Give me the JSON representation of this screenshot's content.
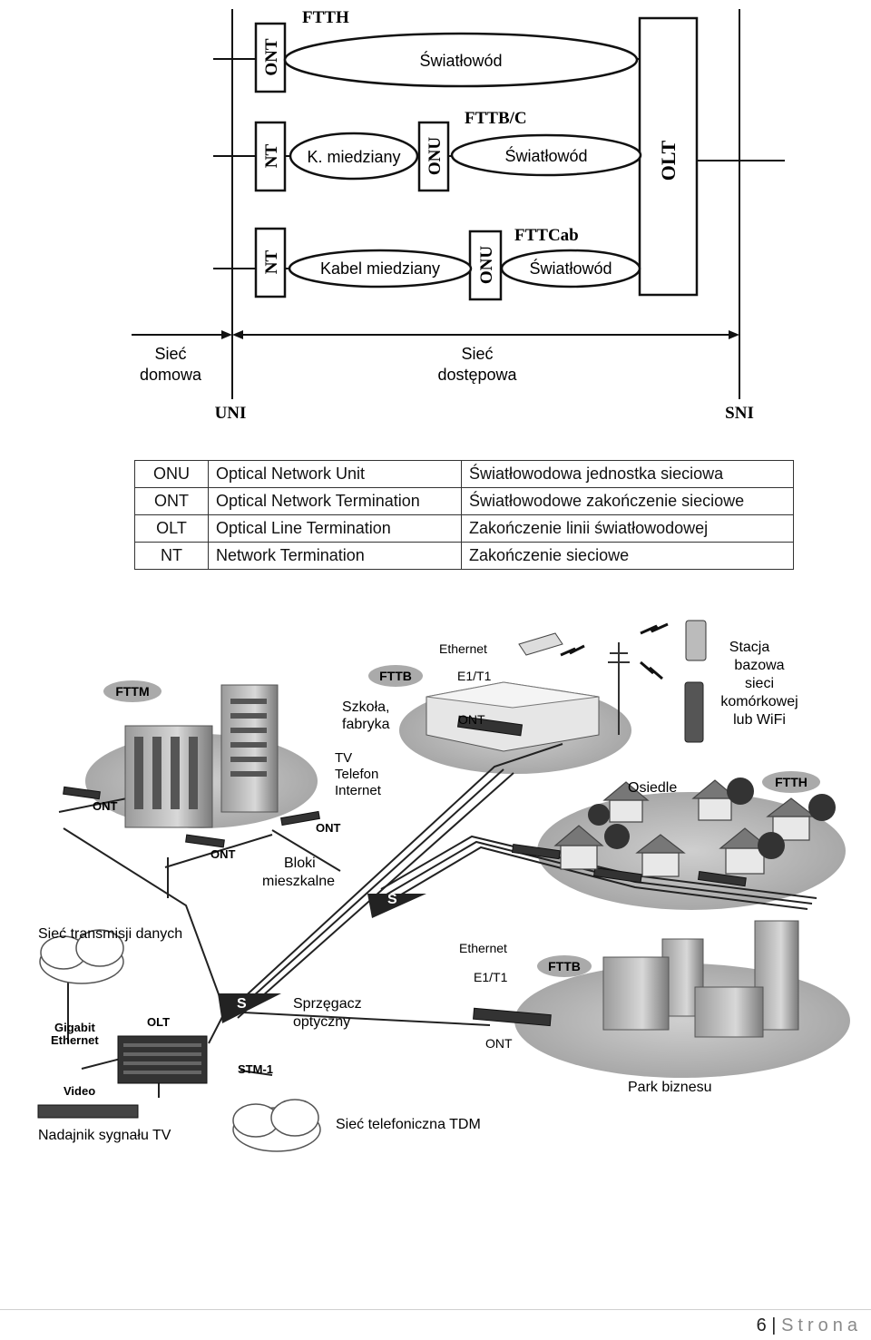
{
  "top_diagram": {
    "rows": [
      {
        "type": "FTTH",
        "left_device": "ONT",
        "medium": "Światłowód"
      },
      {
        "type": "FTTB/C",
        "left_device": "NT",
        "copper": "K. miedziany",
        "middle_device": "ONU",
        "medium": "Światłowód"
      },
      {
        "type": "FTTCab",
        "left_device": "NT",
        "copper": "Kabel miedziany",
        "middle_device": "ONU",
        "medium": "Światłowód"
      }
    ],
    "olt": "OLT",
    "home_network": [
      "Sieć",
      "domowa"
    ],
    "access_network": [
      "Sieć",
      "dostępowa"
    ],
    "uni": "UNI",
    "sni": "SNI"
  },
  "abbreviations": [
    [
      "ONU",
      "Optical Network Unit",
      "Światłowodowa jednostka sieciowa"
    ],
    [
      "ONT",
      "Optical Network Termination",
      "Światłowodowe zakończenie sieciowe"
    ],
    [
      "OLT",
      "Optical Line Termination",
      "Zakończenie linii światłowodowej"
    ],
    [
      "NT",
      "Network Termination",
      "Zakończenie sieciowe"
    ]
  ],
  "network_diagram": {
    "fttm": "FTTM",
    "fttb_school": "FTTB",
    "ftth": "FTTH",
    "fttb_park": "FTTB",
    "ethernet": "Ethernet",
    "e1t1": "E1/T1",
    "ont": "ONT",
    "school": [
      "Szkoła,",
      "fabryka"
    ],
    "base_station": [
      "Stacja",
      "bazowa",
      "sieci",
      "komórkowej",
      "lub WiFi"
    ],
    "services": [
      "TV",
      "Telefon",
      "Internet"
    ],
    "estate": "Osiedle",
    "blocks": [
      "Bloki",
      "mieszkalne"
    ],
    "splitter": "S",
    "splitter_label": [
      "Sprzęgacz",
      "optyczny"
    ],
    "data_network": "Sieć transmisji danych",
    "gigabit": [
      "Gigabit",
      "Ethernet"
    ],
    "olt": "OLT",
    "stm": "STM-1",
    "video": "Video",
    "tv_transmitter": "Nadajnik sygnału TV",
    "tdm": "Sieć telefoniczna TDM",
    "business_park": "Park biznesu"
  },
  "footer": {
    "page_number": "6",
    "separator": "|",
    "word": "Strona"
  }
}
